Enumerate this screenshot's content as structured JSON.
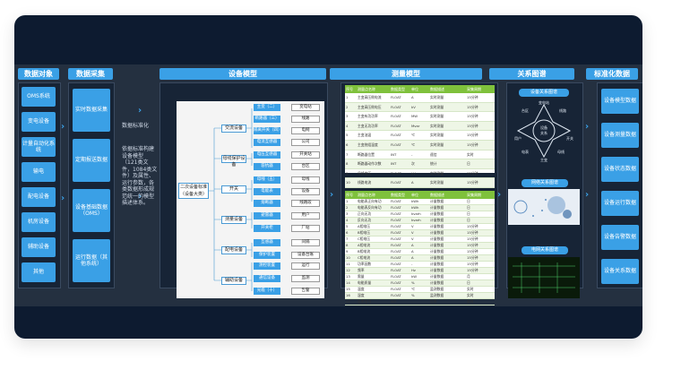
{
  "headers": {
    "data_objects": "数据对象",
    "data_collection": "数据采集",
    "device_model": "设备模型",
    "measurement_model": "测量模型",
    "relation_map": "关系图谱",
    "standardized_data": "标准化数据"
  },
  "data_objects": [
    "OMS系统",
    "变电设备",
    "计量自动化系统",
    "输电",
    "配电设备",
    "机房设备",
    "辅助设备",
    "其他"
  ],
  "collection": [
    "实时数据采集",
    "定期报送数据",
    "设备基础数据（OMS）",
    "运行数据（其他系统）"
  ],
  "collection_side_label": "数据标准化",
  "model_desc": "依据标准构建设备模型（121类文件，1084类文件）及属性、运行参数，各类数据形成规范统一的模型描述体系。",
  "model_tree": {
    "root": "二次设备标准（设备大类）",
    "mid": [
      "交流设备",
      "母线保护设备",
      "开关",
      "测量设备",
      "配电设备",
      "辅助设备"
    ],
    "leaves": [
      "主变（二）",
      "断路器（三）",
      "隔离开关（四）",
      "电流互感器",
      "电压互感器",
      "容抗器",
      "母线（五）",
      "电能表",
      "熔断器",
      "避雷器",
      "开关柜",
      "互感器",
      "保护装置",
      "测控装置",
      "通信设备",
      "光缆（十）"
    ],
    "tags": [
      "变电站",
      "线路",
      "电网",
      "公司",
      "开关站",
      "台区",
      "母线",
      "设备",
      "线路段",
      "用户",
      "厂站",
      "间隔",
      "设备台账",
      "运行",
      "监测",
      "告警"
    ]
  },
  "table_top": {
    "cols": [
      "序号",
      "测量点名称",
      "数据类型",
      "单位",
      "数据描述",
      "采集周期"
    ],
    "rows": [
      [
        "1",
        "主变高压侧电流",
        "FLOAT",
        "A",
        "实时测量",
        "15分钟"
      ],
      [
        "2",
        "主变高压侧电压",
        "FLOAT",
        "kV",
        "实时测量",
        "15分钟"
      ],
      [
        "3",
        "主变有功功率",
        "FLOAT",
        "MW",
        "实时测量",
        "15分钟"
      ],
      [
        "4",
        "主变无功功率",
        "FLOAT",
        "Mvar",
        "实时测量",
        "15分钟"
      ],
      [
        "5",
        "主变油温",
        "FLOAT",
        "℃",
        "实时测量",
        "15分钟"
      ],
      [
        "6",
        "主变绕组温度",
        "FLOAT",
        "℃",
        "实时测量",
        "15分钟"
      ],
      [
        "7",
        "断路器位置",
        "INT",
        "-",
        "遥信",
        "实时"
      ],
      [
        "8",
        "断路器动作次数",
        "INT",
        "次",
        "统计",
        "日"
      ],
      [
        "9",
        "母线电压",
        "FLOAT",
        "kV",
        "实时测量",
        "15分钟"
      ],
      [
        "10",
        "线路电流",
        "FLOAT",
        "A",
        "实时测量",
        "15分钟"
      ]
    ]
  },
  "table_bottom": {
    "cols": [
      "序号",
      "测量点名称",
      "数据类型",
      "单位",
      "数据描述",
      "采集周期"
    ],
    "rows": [
      [
        "1",
        "电能表正向有功",
        "FLOAT",
        "kWh",
        "计量数据",
        "日"
      ],
      [
        "2",
        "电能表反向有功",
        "FLOAT",
        "kWh",
        "计量数据",
        "日"
      ],
      [
        "3",
        "正向无功",
        "FLOAT",
        "kvarh",
        "计量数据",
        "日"
      ],
      [
        "4",
        "反向无功",
        "FLOAT",
        "kvarh",
        "计量数据",
        "日"
      ],
      [
        "5",
        "A相电压",
        "FLOAT",
        "V",
        "计量数据",
        "15分钟"
      ],
      [
        "6",
        "B相电压",
        "FLOAT",
        "V",
        "计量数据",
        "15分钟"
      ],
      [
        "7",
        "C相电压",
        "FLOAT",
        "V",
        "计量数据",
        "15分钟"
      ],
      [
        "8",
        "A相电流",
        "FLOAT",
        "A",
        "计量数据",
        "15分钟"
      ],
      [
        "9",
        "B相电流",
        "FLOAT",
        "A",
        "计量数据",
        "15分钟"
      ],
      [
        "10",
        "C相电流",
        "FLOAT",
        "A",
        "计量数据",
        "15分钟"
      ],
      [
        "11",
        "功率因数",
        "FLOAT",
        "-",
        "计量数据",
        "15分钟"
      ],
      [
        "12",
        "频率",
        "FLOAT",
        "Hz",
        "计量数据",
        "15分钟"
      ],
      [
        "13",
        "需量",
        "FLOAT",
        "kW",
        "计量数据",
        "月"
      ],
      [
        "14",
        "电能质量",
        "FLOAT",
        "%",
        "计量数据",
        "日"
      ],
      [
        "15",
        "温度",
        "FLOAT",
        "℃",
        "监测数据",
        "实时"
      ],
      [
        "16",
        "湿度",
        "FLOAT",
        "%",
        "监测数据",
        "实时"
      ],
      [
        "17",
        "告警信号",
        "INT",
        "-",
        "告警",
        "实时"
      ]
    ]
  },
  "relations": {
    "t1": "设备关系图谱",
    "t2": "网络关系图谱",
    "t3": "电网关系图谱",
    "hub": [
      "设备",
      "关系"
    ],
    "spokes": [
      "变电站",
      "线路",
      "开关",
      "母线",
      "主变",
      "电表",
      "用户",
      "台区"
    ]
  },
  "standardized": [
    "设备模型数据",
    "设备测量数据",
    "设备状态数据",
    "设备运行数据",
    "设备告警数据",
    "设备关系数据"
  ],
  "colors": {
    "accent": "#3aa0e6",
    "table_header": "#7fc13c",
    "background": "#0d1b30"
  }
}
